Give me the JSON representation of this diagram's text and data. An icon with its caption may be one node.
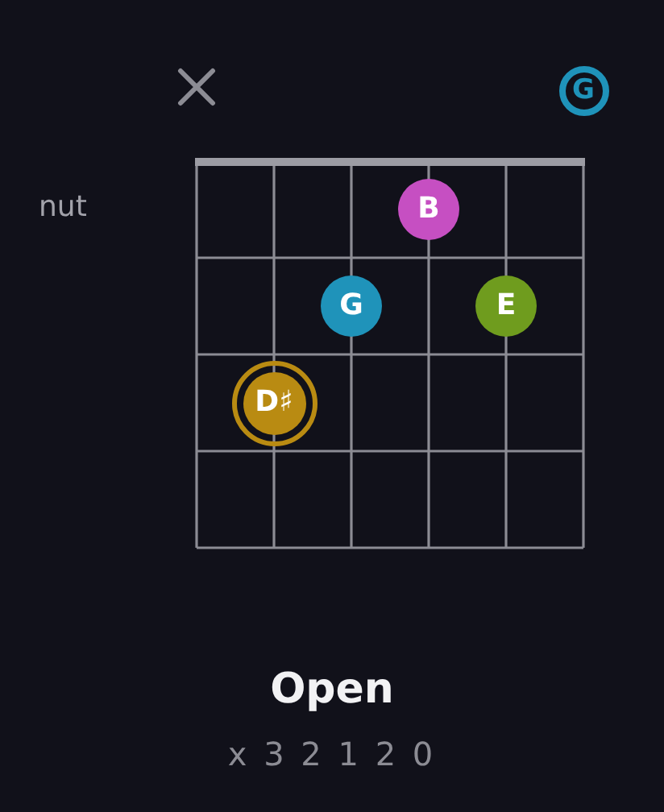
{
  "diagram": {
    "title": "Open",
    "caption": "x 3 2 1 2 0",
    "nodes": [
      {
        "text": [
          "G"
        ]
      },
      {
        "text": [
          "B"
        ]
      },
      {
        "text": [
          "G"
        ]
      },
      {
        "text": [
          "E"
        ]
      },
      {
        "text": [
          "D♯"
        ]
      }
    ],
    "labels": [
      "nut"
    ]
  }
}
